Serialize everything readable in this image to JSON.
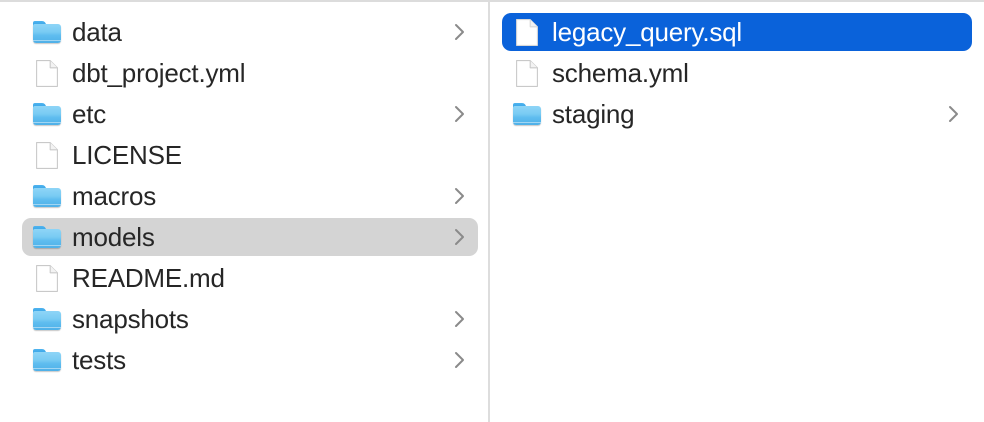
{
  "window": {
    "view_mode": "column",
    "accent_color": "#0a62da",
    "selection_inactive_color": "#d4d4d4",
    "text_color": "#262626",
    "divider_color": "#dddddd"
  },
  "columns": [
    {
      "name": "project-root-column",
      "items": [
        {
          "label": "data",
          "kind": "folder",
          "icon": "folder-icon",
          "has_chevron": true,
          "selected": false,
          "selection_style": "none"
        },
        {
          "label": "dbt_project.yml",
          "kind": "file",
          "icon": "document-icon",
          "has_chevron": false,
          "selected": false,
          "selection_style": "none"
        },
        {
          "label": "etc",
          "kind": "folder",
          "icon": "folder-icon",
          "has_chevron": true,
          "selected": false,
          "selection_style": "none"
        },
        {
          "label": "LICENSE",
          "kind": "file",
          "icon": "document-icon",
          "has_chevron": false,
          "selected": false,
          "selection_style": "none"
        },
        {
          "label": "macros",
          "kind": "folder",
          "icon": "folder-icon",
          "has_chevron": true,
          "selected": false,
          "selection_style": "none"
        },
        {
          "label": "models",
          "kind": "folder",
          "icon": "folder-icon",
          "has_chevron": true,
          "selected": true,
          "selection_style": "gray"
        },
        {
          "label": "README.md",
          "kind": "file",
          "icon": "document-icon",
          "has_chevron": false,
          "selected": false,
          "selection_style": "none"
        },
        {
          "label": "snapshots",
          "kind": "folder",
          "icon": "folder-icon",
          "has_chevron": true,
          "selected": false,
          "selection_style": "none"
        },
        {
          "label": "tests",
          "kind": "folder",
          "icon": "folder-icon",
          "has_chevron": true,
          "selected": false,
          "selection_style": "none"
        }
      ]
    },
    {
      "name": "models-folder-column",
      "items": [
        {
          "label": "legacy_query.sql",
          "kind": "file",
          "icon": "document-icon",
          "has_chevron": false,
          "selected": true,
          "selection_style": "blue"
        },
        {
          "label": "schema.yml",
          "kind": "file",
          "icon": "document-icon",
          "has_chevron": false,
          "selected": false,
          "selection_style": "none"
        },
        {
          "label": "staging",
          "kind": "folder",
          "icon": "folder-icon",
          "has_chevron": true,
          "selected": false,
          "selection_style": "none"
        }
      ]
    }
  ]
}
